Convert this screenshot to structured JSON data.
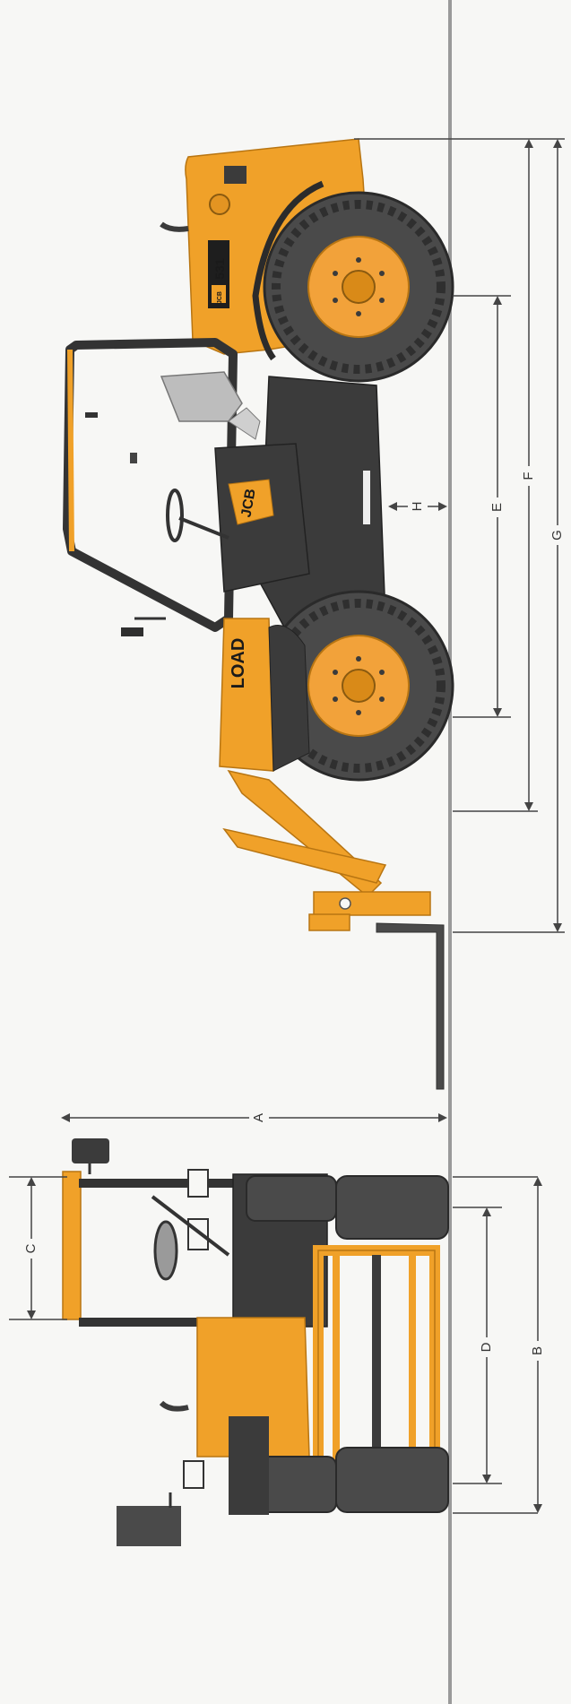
{
  "diagram": {
    "dimension_labels": {
      "a": "A",
      "b": "B",
      "c": "C",
      "d": "D",
      "e": "E",
      "f": "F",
      "g": "G",
      "h": "H"
    },
    "decals": {
      "model": "531",
      "boom_text": "LOAD",
      "cab_logo": "JCB",
      "brand_badge": "JCB"
    },
    "colors": {
      "body": "#f0a129",
      "body_shade": "#d98a18",
      "frame": "#3b3b3b",
      "tyre": "#4a4a4a",
      "hub": "#f2a23a",
      "dimension_line": "#444444",
      "ground": "#9a9a9a"
    },
    "icons": [
      "telehandler-side-view",
      "telehandler-front-view",
      "wheel-icon"
    ]
  }
}
